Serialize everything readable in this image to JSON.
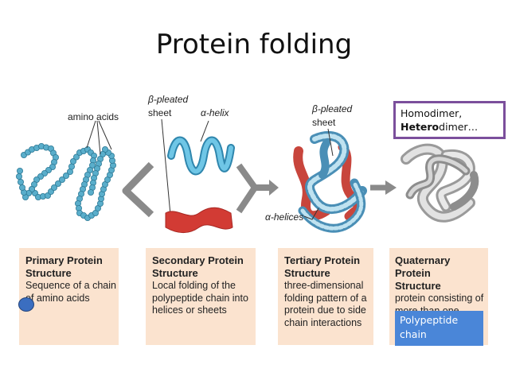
{
  "title": "Protein folding",
  "labels": {
    "amino_acids": "amino acids",
    "beta_pleated_1": "β-pleated",
    "sheet_1": "sheet",
    "alpha_helix": "α-helix",
    "beta_pleated_2": "β-pleated",
    "sheet_2": "sheet",
    "alpha_helices": "α-helices"
  },
  "panels": [
    {
      "title_1": "Primary Protein",
      "title_2": "Structure",
      "lines": [
        "Sequence of a chain",
        "of amino acids"
      ]
    },
    {
      "title_1": "Secondary Protein",
      "title_2": "Structure",
      "lines": [
        "Local folding of the",
        "polypeptide chain into",
        "helices or sheets"
      ]
    },
    {
      "title_1": "Tertiary Protein",
      "title_2": "Structure",
      "lines": [
        "three-dimensional",
        "folding pattern of a",
        "protein due to side",
        "chain interactions"
      ]
    },
    {
      "title_1": "Quaternary Protein",
      "title_2": "Structure",
      "lines": [
        "protein consisting of",
        "more than one"
      ]
    }
  ],
  "callout": {
    "line1": "Homodimer,",
    "bold": "Hetero",
    "rest": "dimer…"
  },
  "overlay": {
    "text": "Polypeptide chain"
  },
  "colors": {
    "panel_bg": "#fbe3cf",
    "bead": "#5aaecb",
    "helix": "#5bb8d8",
    "sheet": "#d23b34",
    "callout_border": "#7b4f9c",
    "overlay_bg": "#4a86d8",
    "arrow": "#7f7f7f"
  }
}
